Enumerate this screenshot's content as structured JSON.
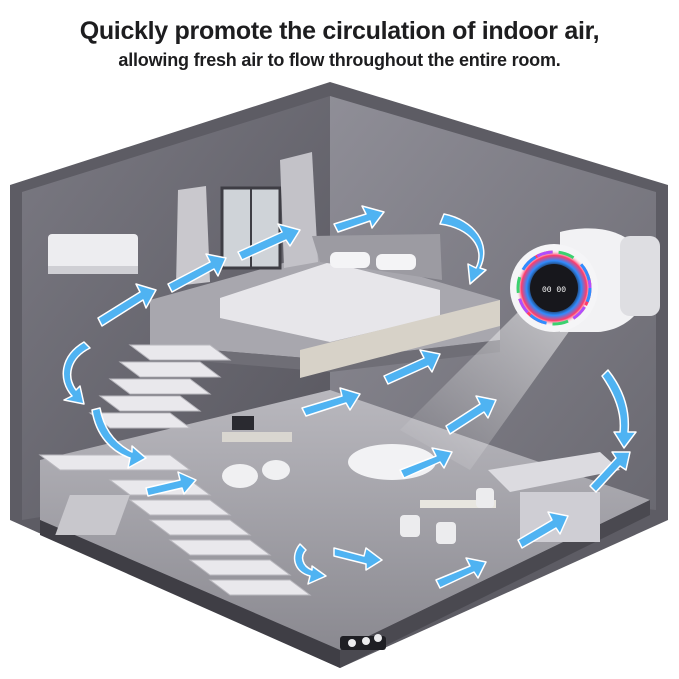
{
  "headline": {
    "line1": "Quickly promote the circulation of indoor air,",
    "line2": "allowing fresh air to flow throughout the entire room."
  },
  "device": {
    "display_text": "00 00"
  },
  "colors": {
    "airflow_arrow": "#4fb3f2",
    "wall_gray": "#6f6e77",
    "floor_gray": "#9b9aa1",
    "device_white": "#f2f2f4",
    "ring_rgb": [
      "#ff3b6b",
      "#ffb000",
      "#3bd16f",
      "#2f8cff",
      "#b04dff"
    ]
  },
  "icons": {
    "airflow": "airflow-arrow-icon",
    "fan": "fan-device-icon"
  }
}
